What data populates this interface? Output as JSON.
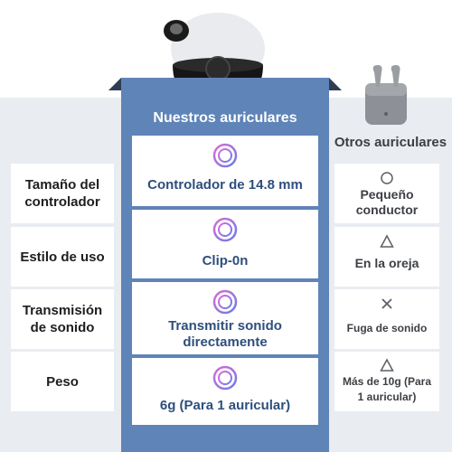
{
  "our_header": "Nuestros auriculares",
  "other_header": "Otros auriculares",
  "rows": [
    {
      "label": "Tamaño del controlador",
      "ours": "Controlador de 14.8 mm",
      "others": "Pequeño conductor",
      "other_mark": "circle-icon"
    },
    {
      "label": "Estilo de uso",
      "ours": "Clip-0n",
      "others": "En la oreja",
      "other_mark": "triangle-icon"
    },
    {
      "label": "Transmisión de sonido",
      "ours": "Transmitir sonido directamente",
      "others": "Fuga de sonido",
      "other_mark": "cross-icon"
    },
    {
      "label": "Peso",
      "ours": "6g (Para 1 auricular)",
      "others": "Más de 10g (Para 1 auricular)",
      "other_mark": "triangle-icon"
    }
  ],
  "colors": {
    "accent_panel": "#5f84b8",
    "band": "#e9ecf1",
    "our_text": "#2e4f7d",
    "other_text": "#3c3f44",
    "ring_gradient": [
      "#d96bd8",
      "#6a7de8"
    ]
  }
}
